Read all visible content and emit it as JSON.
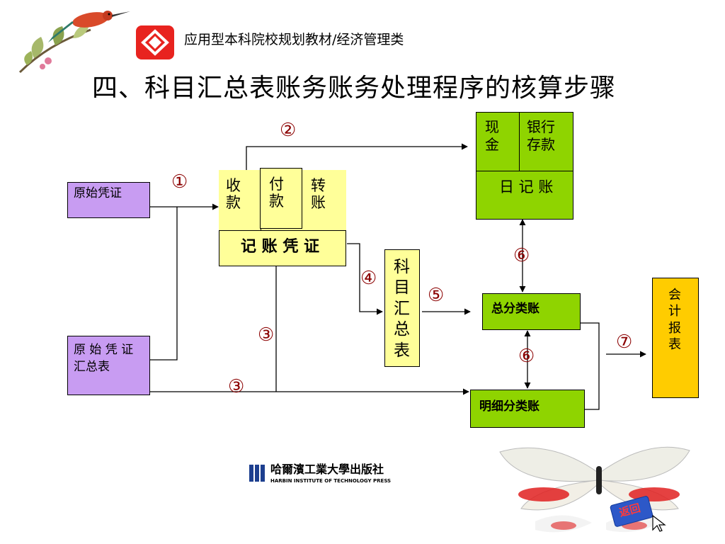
{
  "header": {
    "series_title": "应用型本科院校规划教材/经济管理类",
    "main_title": "四、科目汇总表账务账务处理程序的核算步骤"
  },
  "boxes": {
    "original_voucher": "原始凭证",
    "original_summary": "原 始 凭 证 汇总表",
    "receipt": "收款",
    "payment": "付款",
    "transfer": "转账",
    "voucher_label": "记 账 凭 证",
    "summary_table": "科目汇总表",
    "cash": "现金",
    "bank": "银行存款",
    "journal": "日 记 账",
    "general_ledger": "总分类账",
    "detail_ledger": "明细分类账",
    "report": "会计报表"
  },
  "steps": {
    "s1": "①",
    "s2": "②",
    "s3a": "③",
    "s3b": "③",
    "s4": "④",
    "s5": "⑤",
    "s6a": "⑥",
    "s6b": "⑥",
    "s7": "⑦"
  },
  "footer": {
    "publisher": "哈爾濱工業大學出版社",
    "publisher_en": "HARBIN INSTITUTE OF TECHNOLOGY PRESS",
    "back_button": "返回"
  },
  "colors": {
    "purple": "#c89cf2",
    "light_yellow": "#ffff99",
    "green": "#8fd400",
    "orange": "#ffcc00",
    "step_red": "#8b0000"
  }
}
